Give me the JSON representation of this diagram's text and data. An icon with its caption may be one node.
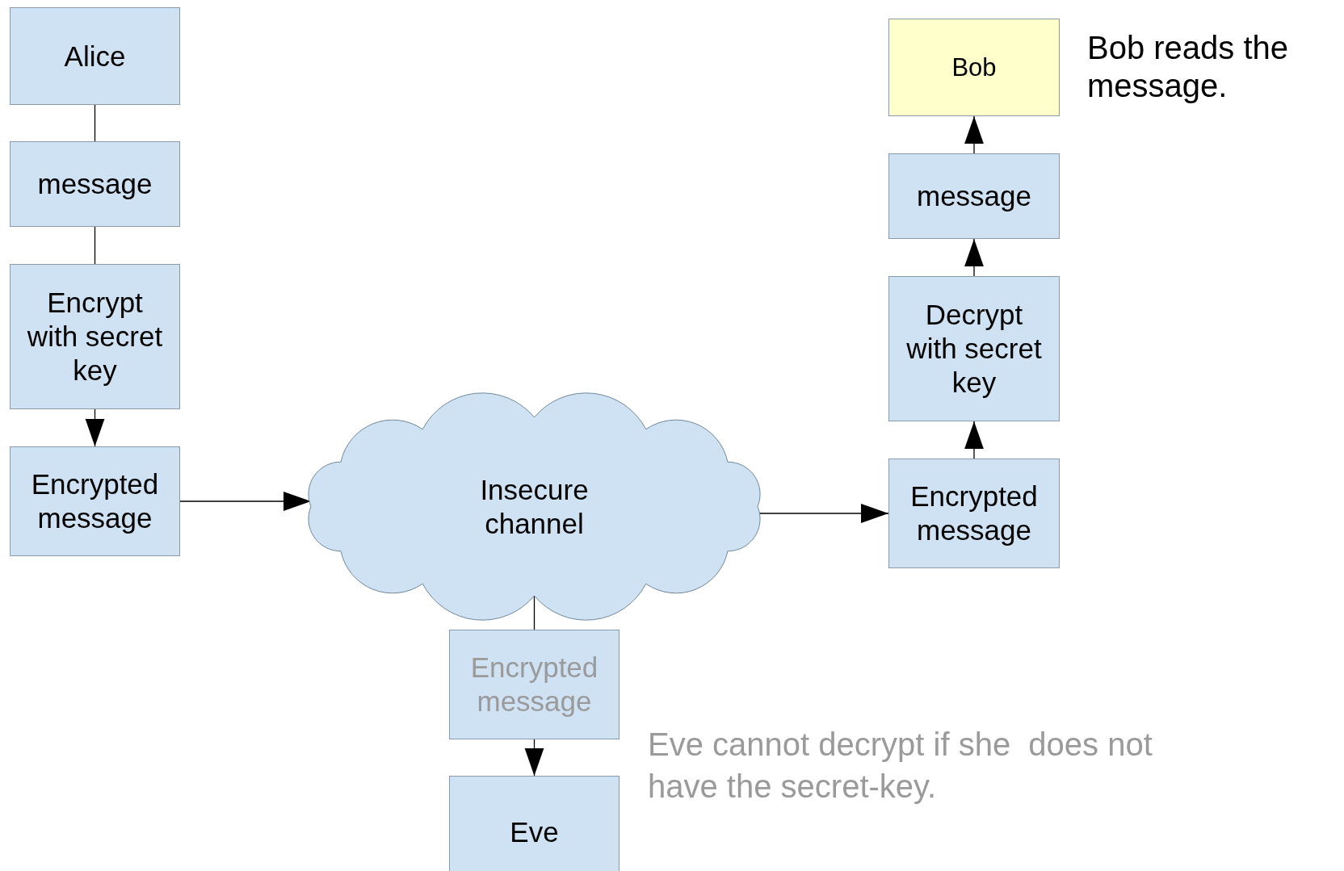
{
  "diagram": {
    "nodes": [
      {
        "text": [
          "Alice"
        ]
      },
      {
        "text": [
          "message"
        ]
      },
      {
        "text": [
          "Encrypt with secret key"
        ]
      },
      {
        "text": [
          "Encrypted message"
        ]
      },
      {
        "text": [
          "Insecure channel"
        ]
      },
      {
        "text": [
          "Encrypted message"
        ]
      },
      {
        "text": [
          "Eve"
        ]
      },
      {
        "text": [
          "Bob"
        ],
        "beside": [
          "Bob reads the message."
        ]
      },
      {
        "text": [
          "message"
        ]
      },
      {
        "text": [
          "Decrypt with secret key"
        ]
      },
      {
        "text": [
          "Encrypted message"
        ]
      }
    ],
    "edges": [
      {
        "from": 0,
        "to": 1,
        "arrow": "none"
      },
      {
        "from": 1,
        "to": 2,
        "arrow": "none"
      },
      {
        "from": 2,
        "to": 3,
        "arrow": "to"
      },
      {
        "from": 3,
        "to": 4,
        "arrow": "to"
      },
      {
        "from": 4,
        "to": 10,
        "arrow": "to"
      },
      {
        "from": 10,
        "to": 9,
        "arrow": "to"
      },
      {
        "from": 9,
        "to": 8,
        "arrow": "to"
      },
      {
        "from": 8,
        "to": 7,
        "arrow": "to"
      },
      {
        "from": 4,
        "to": 5,
        "arrow": "none"
      },
      {
        "from": 5,
        "to": 6,
        "arrow": "to"
      }
    ],
    "labels": [
      "Eve cannot decrypt if she  does not have the secret-key."
    ]
  }
}
